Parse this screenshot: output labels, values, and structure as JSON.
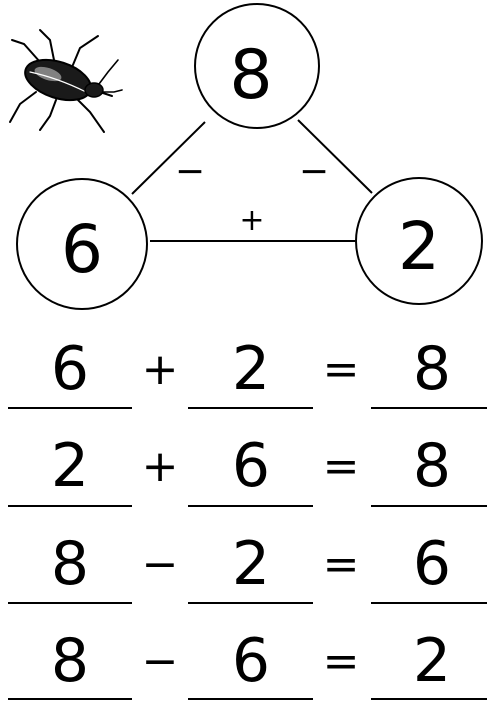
{
  "number_bond": {
    "top": "8",
    "left": "6",
    "right": "2",
    "left_edge_sign": "−",
    "right_edge_sign": "−",
    "bottom_edge_sign": "+"
  },
  "equations": [
    {
      "a": "6",
      "op": "+",
      "b": "2",
      "eq": "=",
      "result": "8"
    },
    {
      "a": "2",
      "op": "+",
      "b": "6",
      "eq": "=",
      "result": "8"
    },
    {
      "a": "8",
      "op": "−",
      "b": "2",
      "eq": "=",
      "result": "6"
    },
    {
      "a": "8",
      "op": "−",
      "b": "6",
      "eq": "=",
      "result": "2"
    }
  ],
  "icons": {
    "decoration": "beetle-icon"
  }
}
